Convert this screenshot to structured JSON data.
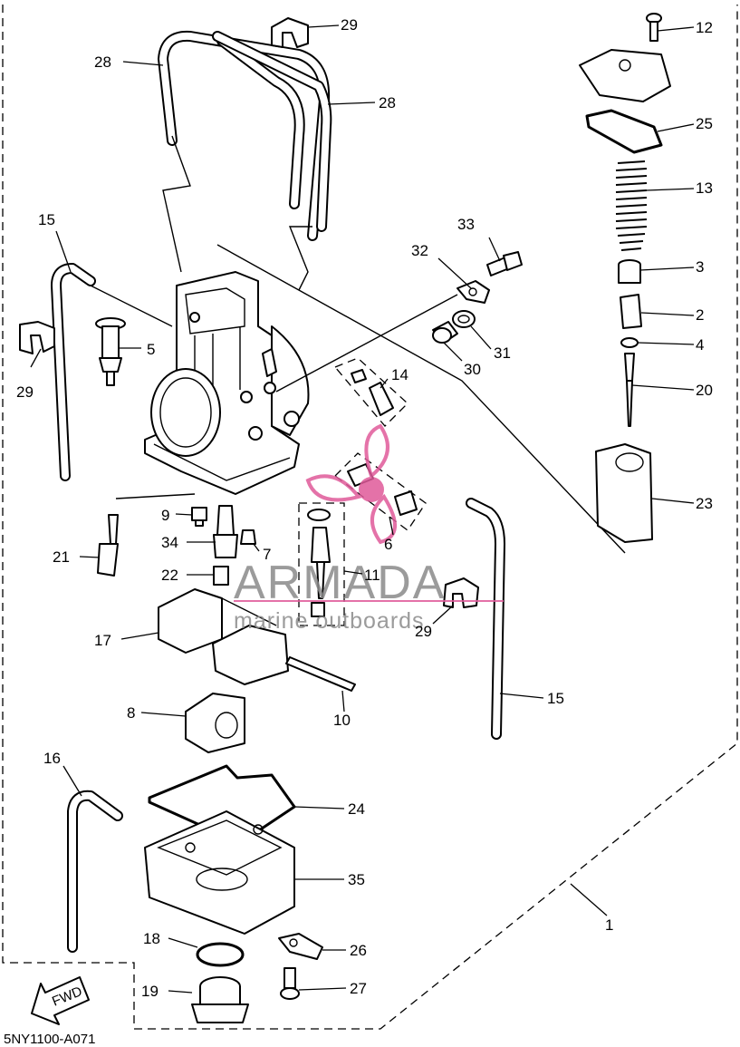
{
  "diagram_code": "5NY1100-A071",
  "fwd_label": "FWD",
  "watermark": {
    "brand": "ARMADA",
    "tagline": "marine outboards",
    "color": "#e05a9a"
  },
  "callouts": [
    {
      "id": "12",
      "label": "12"
    },
    {
      "id": "25",
      "label": "25"
    },
    {
      "id": "13",
      "label": "13"
    },
    {
      "id": "3",
      "label": "3"
    },
    {
      "id": "2",
      "label": "2"
    },
    {
      "id": "4",
      "label": "4"
    },
    {
      "id": "20",
      "label": "20"
    },
    {
      "id": "23",
      "label": "23"
    },
    {
      "id": "29a",
      "label": "29"
    },
    {
      "id": "28a",
      "label": "28"
    },
    {
      "id": "28b",
      "label": "28"
    },
    {
      "id": "15a",
      "label": "15"
    },
    {
      "id": "33",
      "label": "33"
    },
    {
      "id": "32",
      "label": "32"
    },
    {
      "id": "31",
      "label": "31"
    },
    {
      "id": "30",
      "label": "30"
    },
    {
      "id": "5",
      "label": "5"
    },
    {
      "id": "29b",
      "label": "29"
    },
    {
      "id": "14",
      "label": "14"
    },
    {
      "id": "9",
      "label": "9"
    },
    {
      "id": "34",
      "label": "34"
    },
    {
      "id": "7",
      "label": "7"
    },
    {
      "id": "21",
      "label": "21"
    },
    {
      "id": "22",
      "label": "22"
    },
    {
      "id": "6",
      "label": "6"
    },
    {
      "id": "11",
      "label": "11"
    },
    {
      "id": "29c",
      "label": "29"
    },
    {
      "id": "17",
      "label": "17"
    },
    {
      "id": "15b",
      "label": "15"
    },
    {
      "id": "10",
      "label": "10"
    },
    {
      "id": "8",
      "label": "8"
    },
    {
      "id": "16",
      "label": "16"
    },
    {
      "id": "24",
      "label": "24"
    },
    {
      "id": "35",
      "label": "35"
    },
    {
      "id": "1",
      "label": "1"
    },
    {
      "id": "18",
      "label": "18"
    },
    {
      "id": "26",
      "label": "26"
    },
    {
      "id": "19",
      "label": "19"
    },
    {
      "id": "27",
      "label": "27"
    }
  ]
}
